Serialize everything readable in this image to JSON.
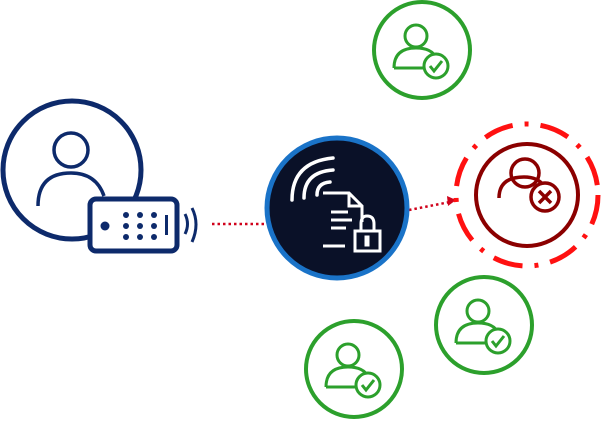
{
  "colors": {
    "sender": "#0d2a6b",
    "hub_fill": "#0a1128",
    "hub_ring": "#1a73c8",
    "link": "#d0021b",
    "denied_inner": "#8b0000",
    "denied_outer": "#ff1111",
    "allowed": "#2ca02c"
  },
  "nodes": [
    {
      "id": "sender",
      "icon": "user-with-remote-icon"
    },
    {
      "id": "hub",
      "icon": "wireless-locked-document-icon"
    },
    {
      "id": "denied",
      "icon": "user-denied-icon"
    },
    {
      "id": "allowed-1",
      "icon": "user-approved-icon"
    },
    {
      "id": "allowed-2",
      "icon": "user-approved-icon"
    },
    {
      "id": "allowed-3",
      "icon": "user-approved-icon"
    }
  ]
}
